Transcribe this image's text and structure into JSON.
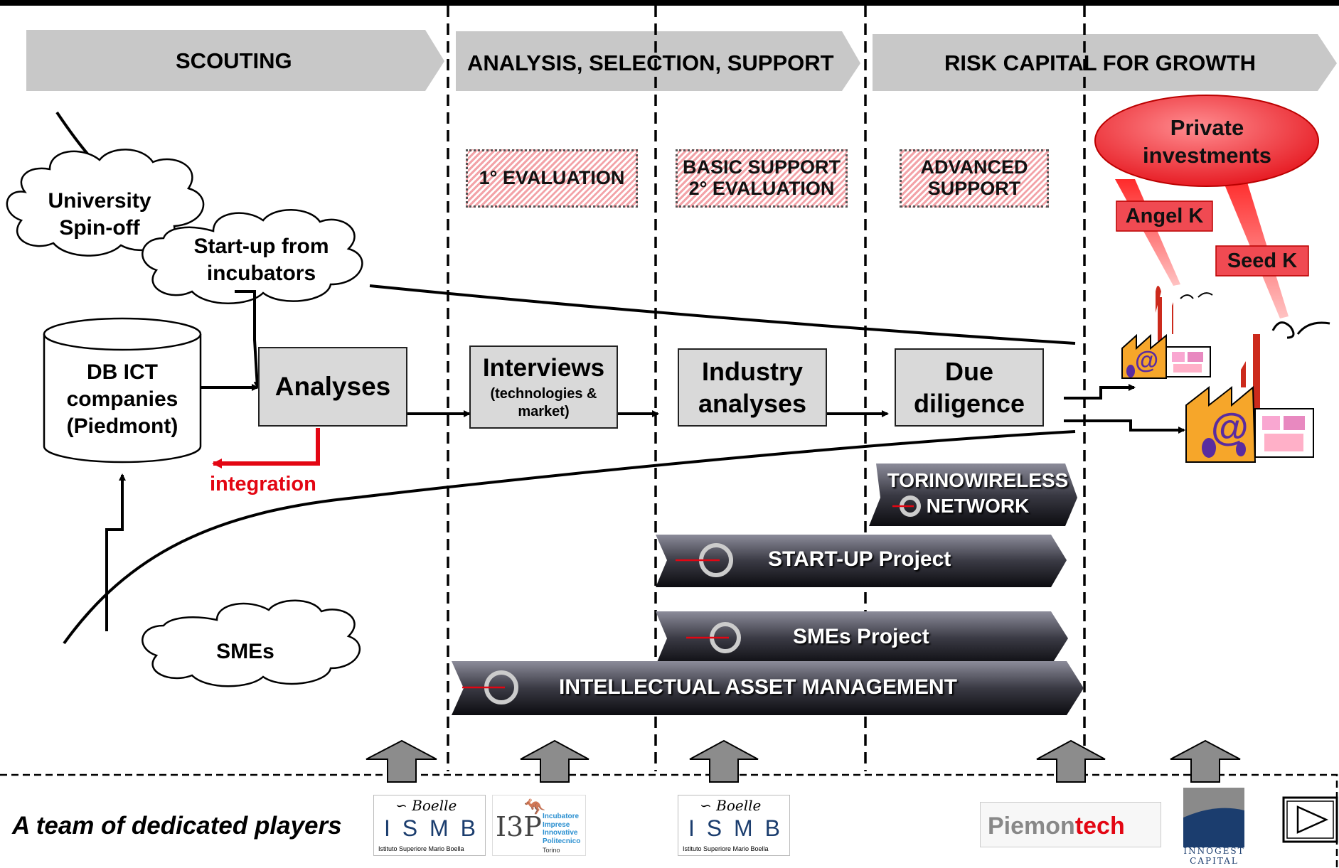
{
  "phases": [
    "SCOUTING",
    "ANALYSIS, SELECTION, SUPPORT",
    "RISK CAPITAL FOR GROWTH"
  ],
  "sources": {
    "university": "University\nSpin-off",
    "incubators": "Start-up from\nincubators",
    "smes": "SMEs",
    "db": "DB ICT\ncompanies\n(Piedmont)"
  },
  "process": {
    "analyses": "Analyses",
    "interviews": "Interviews",
    "interviews_sub": "(technologies &\nmarket)",
    "industry": "Industry\nanalyses",
    "due": "Due\ndiligence"
  },
  "integration": "integration",
  "evaluations": {
    "first": "1° EVALUATION",
    "basic": "BASIC SUPPORT\n2° EVALUATION",
    "advanced": "ADVANCED\nSUPPORT"
  },
  "investments": {
    "private": "Private\ninvestments",
    "angel": "Angel K",
    "seed": "Seed K"
  },
  "projects": {
    "torino": "TORINOWIRELESS\nNETWORK",
    "startup": "START-UP Project",
    "smes": "SMEs Project",
    "iam": "INTELLECTUAL ASSET MANAGEMENT"
  },
  "factory_icon": "@",
  "footer": {
    "team": "A team of dedicated players",
    "logos": {
      "ismb": "I S M B",
      "ismb_sub": "Istituto Superiore Mario Boella",
      "i3p_mark": "I3P",
      "i3p_text": "Incubatore\nImprese\nInnovative\nPolitecnico",
      "i3p_city": "Torino",
      "piemontech_a": "Piemon",
      "piemontech_b": "tech",
      "innogest": "INNOGEST\nCAPITAL"
    }
  },
  "colors": {
    "phase_arrow": "#c8c8c8",
    "box": "#d9d9d9",
    "accent_red": "#e30613",
    "dark_project": "#1e1e24"
  }
}
